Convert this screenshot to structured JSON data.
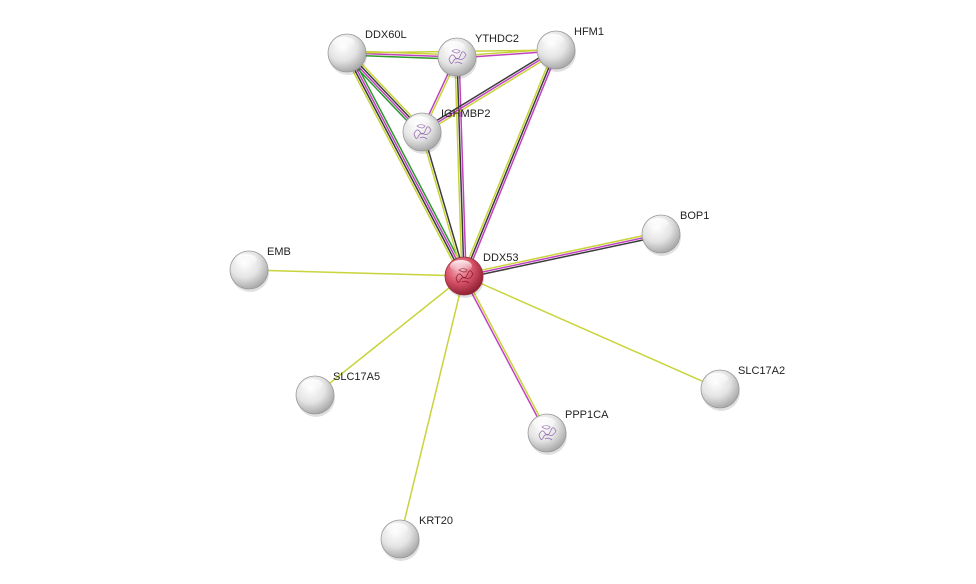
{
  "network": {
    "nodes": [
      {
        "id": "DDX53",
        "label": "DDX53",
        "query": true,
        "structure": true
      },
      {
        "id": "DDX60L",
        "label": "DDX60L",
        "query": false,
        "structure": false
      },
      {
        "id": "YTHDC2",
        "label": "YTHDC2",
        "query": false,
        "structure": true
      },
      {
        "id": "HFM1",
        "label": "HFM1",
        "query": false,
        "structure": false
      },
      {
        "id": "IGHMBP2",
        "label": "IGHMBP2",
        "query": false,
        "structure": true
      },
      {
        "id": "BOP1",
        "label": "BOP1",
        "query": false,
        "structure": false
      },
      {
        "id": "EMB",
        "label": "EMB",
        "query": false,
        "structure": false
      },
      {
        "id": "SLC17A5",
        "label": "SLC17A5",
        "query": false,
        "structure": false
      },
      {
        "id": "SLC17A2",
        "label": "SLC17A2",
        "query": false,
        "structure": false
      },
      {
        "id": "PPP1CA",
        "label": "PPP1CA",
        "query": false,
        "structure": true
      },
      {
        "id": "KRT20",
        "label": "KRT20",
        "query": false,
        "structure": false
      }
    ],
    "edges": [
      {
        "a": "DDX53",
        "b": "DDX60L",
        "colors": [
          "#c8d43a",
          "#3c3c3c",
          "#c142c1",
          "#2a9a2a"
        ]
      },
      {
        "a": "DDX53",
        "b": "YTHDC2",
        "colors": [
          "#c8d43a",
          "#3c3c3c",
          "#c142c1"
        ]
      },
      {
        "a": "DDX53",
        "b": "HFM1",
        "colors": [
          "#c8d43a",
          "#3c3c3c",
          "#c142c1"
        ]
      },
      {
        "a": "DDX53",
        "b": "IGHMBP2",
        "colors": [
          "#c8d43a",
          "#3c3c3c"
        ]
      },
      {
        "a": "DDX53",
        "b": "BOP1",
        "colors": [
          "#c8d43a",
          "#c142c1",
          "#3c3c3c"
        ]
      },
      {
        "a": "DDX53",
        "b": "EMB",
        "colors": [
          "#c8d43a"
        ]
      },
      {
        "a": "DDX53",
        "b": "SLC17A5",
        "colors": [
          "#c8d43a"
        ]
      },
      {
        "a": "DDX53",
        "b": "SLC17A2",
        "colors": [
          "#c8d43a"
        ]
      },
      {
        "a": "DDX53",
        "b": "PPP1CA",
        "colors": [
          "#c8d43a",
          "#c142c1"
        ]
      },
      {
        "a": "DDX53",
        "b": "KRT20",
        "colors": [
          "#c8d43a"
        ]
      },
      {
        "a": "DDX60L",
        "b": "YTHDC2",
        "colors": [
          "#c8d43a",
          "#c142c1",
          "#2a9a2a"
        ]
      },
      {
        "a": "DDX60L",
        "b": "HFM1",
        "colors": [
          "#c8d43a"
        ]
      },
      {
        "a": "DDX60L",
        "b": "IGHMBP2",
        "colors": [
          "#c8d43a",
          "#3c3c3c",
          "#c142c1",
          "#2a9a2a"
        ]
      },
      {
        "a": "YTHDC2",
        "b": "HFM1",
        "colors": [
          "#c8d43a",
          "#c142c1"
        ]
      },
      {
        "a": "YTHDC2",
        "b": "IGHMBP2",
        "colors": [
          "#c8d43a",
          "#c142c1"
        ]
      },
      {
        "a": "HFM1",
        "b": "IGHMBP2",
        "colors": [
          "#c8d43a",
          "#c142c1",
          "#3c3c3c"
        ]
      }
    ],
    "colors": {
      "query_node": "#d9546a",
      "neighbor_node": "#e2e2e2",
      "structure_mark": "#8a5aa8"
    }
  }
}
